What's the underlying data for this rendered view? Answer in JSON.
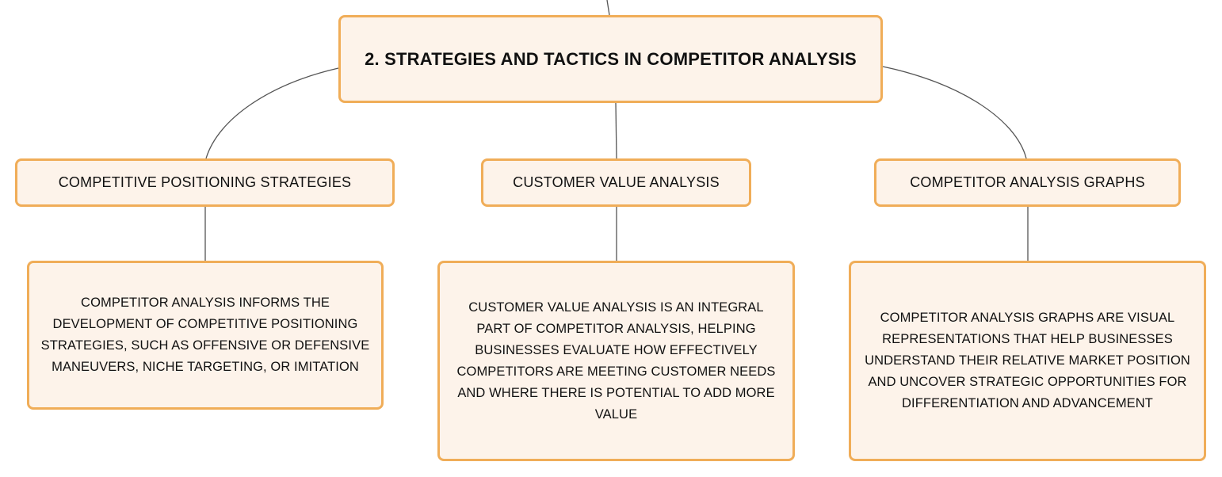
{
  "root": {
    "title": "2. STRATEGIES AND TACTICS IN COMPETITOR ANALYSIS"
  },
  "branches": [
    {
      "topic": "COMPETITIVE POSITIONING STRATEGIES",
      "detail": "COMPETITOR ANALYSIS INFORMS THE DEVELOPMENT OF COMPETITIVE POSITIONING STRATEGIES, SUCH AS OFFENSIVE OR DEFENSIVE MANEUVERS, NICHE TARGETING, OR IMITATION"
    },
    {
      "topic": "CUSTOMER VALUE ANALYSIS",
      "detail": "CUSTOMER VALUE ANALYSIS IS AN INTEGRAL PART OF COMPETITOR ANALYSIS, HELPING BUSINESSES EVALUATE HOW EFFECTIVELY COMPETITORS ARE MEETING CUSTOMER NEEDS AND WHERE THERE IS POTENTIAL TO ADD MORE VALUE"
    },
    {
      "topic": "COMPETITOR ANALYSIS GRAPHS",
      "detail": "COMPETITOR ANALYSIS GRAPHS ARE VISUAL REPRESENTATIONS THAT HELP BUSINESSES UNDERSTAND THEIR RELATIVE MARKET POSITION AND UNCOVER STRATEGIC OPPORTUNITIES FOR DIFFERENTIATION AND ADVANCEMENT"
    }
  ],
  "colors": {
    "node_fill": "#fdf3ea",
    "node_border": "#f0ad58",
    "connector": "#555555",
    "text": "#111111"
  }
}
